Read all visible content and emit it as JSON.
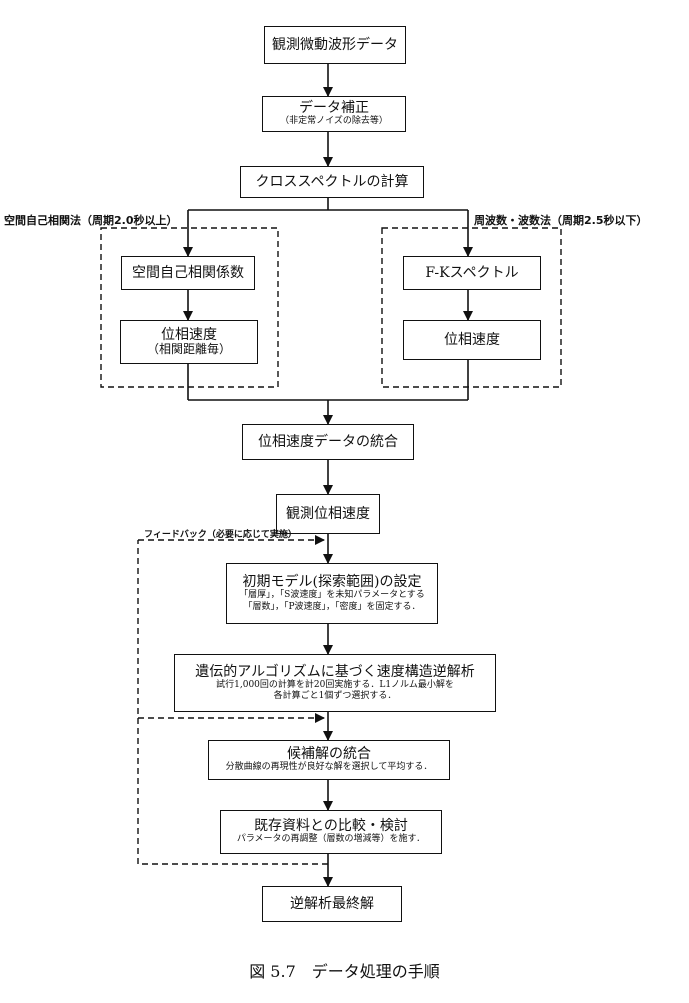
{
  "diagram": {
    "steps": {
      "observed_data": "観測微動波形データ",
      "correction_title": "データ補正",
      "correction_note": "（非定常ノイズの除去等）",
      "cross_spectrum": "クロススペクトルの計算",
      "spac_coef": "空間自己相関係数",
      "spac_phase_title": "位相速度",
      "spac_phase_note": "（相関距離毎）",
      "fk_spectrum": "F-Kスペクトル",
      "fk_phase": "位相速度",
      "integrate_phase": "位相速度データの統合",
      "observed_phase": "観測位相速度",
      "initial_model_title": "初期モデル(探索範囲)の設定",
      "initial_model_line1": "「層厚」，「S波速度」を未知パラメータとする",
      "initial_model_line2": "「層数」，「P波速度」，「密度」を固定する．",
      "ga_title": "遺伝的アルゴリズムに基づく速度構造逆解析",
      "ga_line1": "試行1,000回の計算を計20回実施する．L1ノルム最小解を",
      "ga_line2": "各計算ごと1個ずつ選択する．",
      "candidate_title": "候補解の統合",
      "candidate_line1": "分散曲線の再現性が良好な解を選択して平均する．",
      "compare_title": "既存資料との比較・検討",
      "compare_line1": "パラメータの再調整（層数の増減等）を施す．",
      "final": "逆解析最終解"
    },
    "labels": {
      "spac_method": "空間自己相関法（周期2.0秒以上）",
      "fk_method": "周波数・波数法（周期2.5秒以下）",
      "feedback": "フィードバック（必要に応じて実施）"
    }
  },
  "caption": "図 5.7　データ処理の手順"
}
